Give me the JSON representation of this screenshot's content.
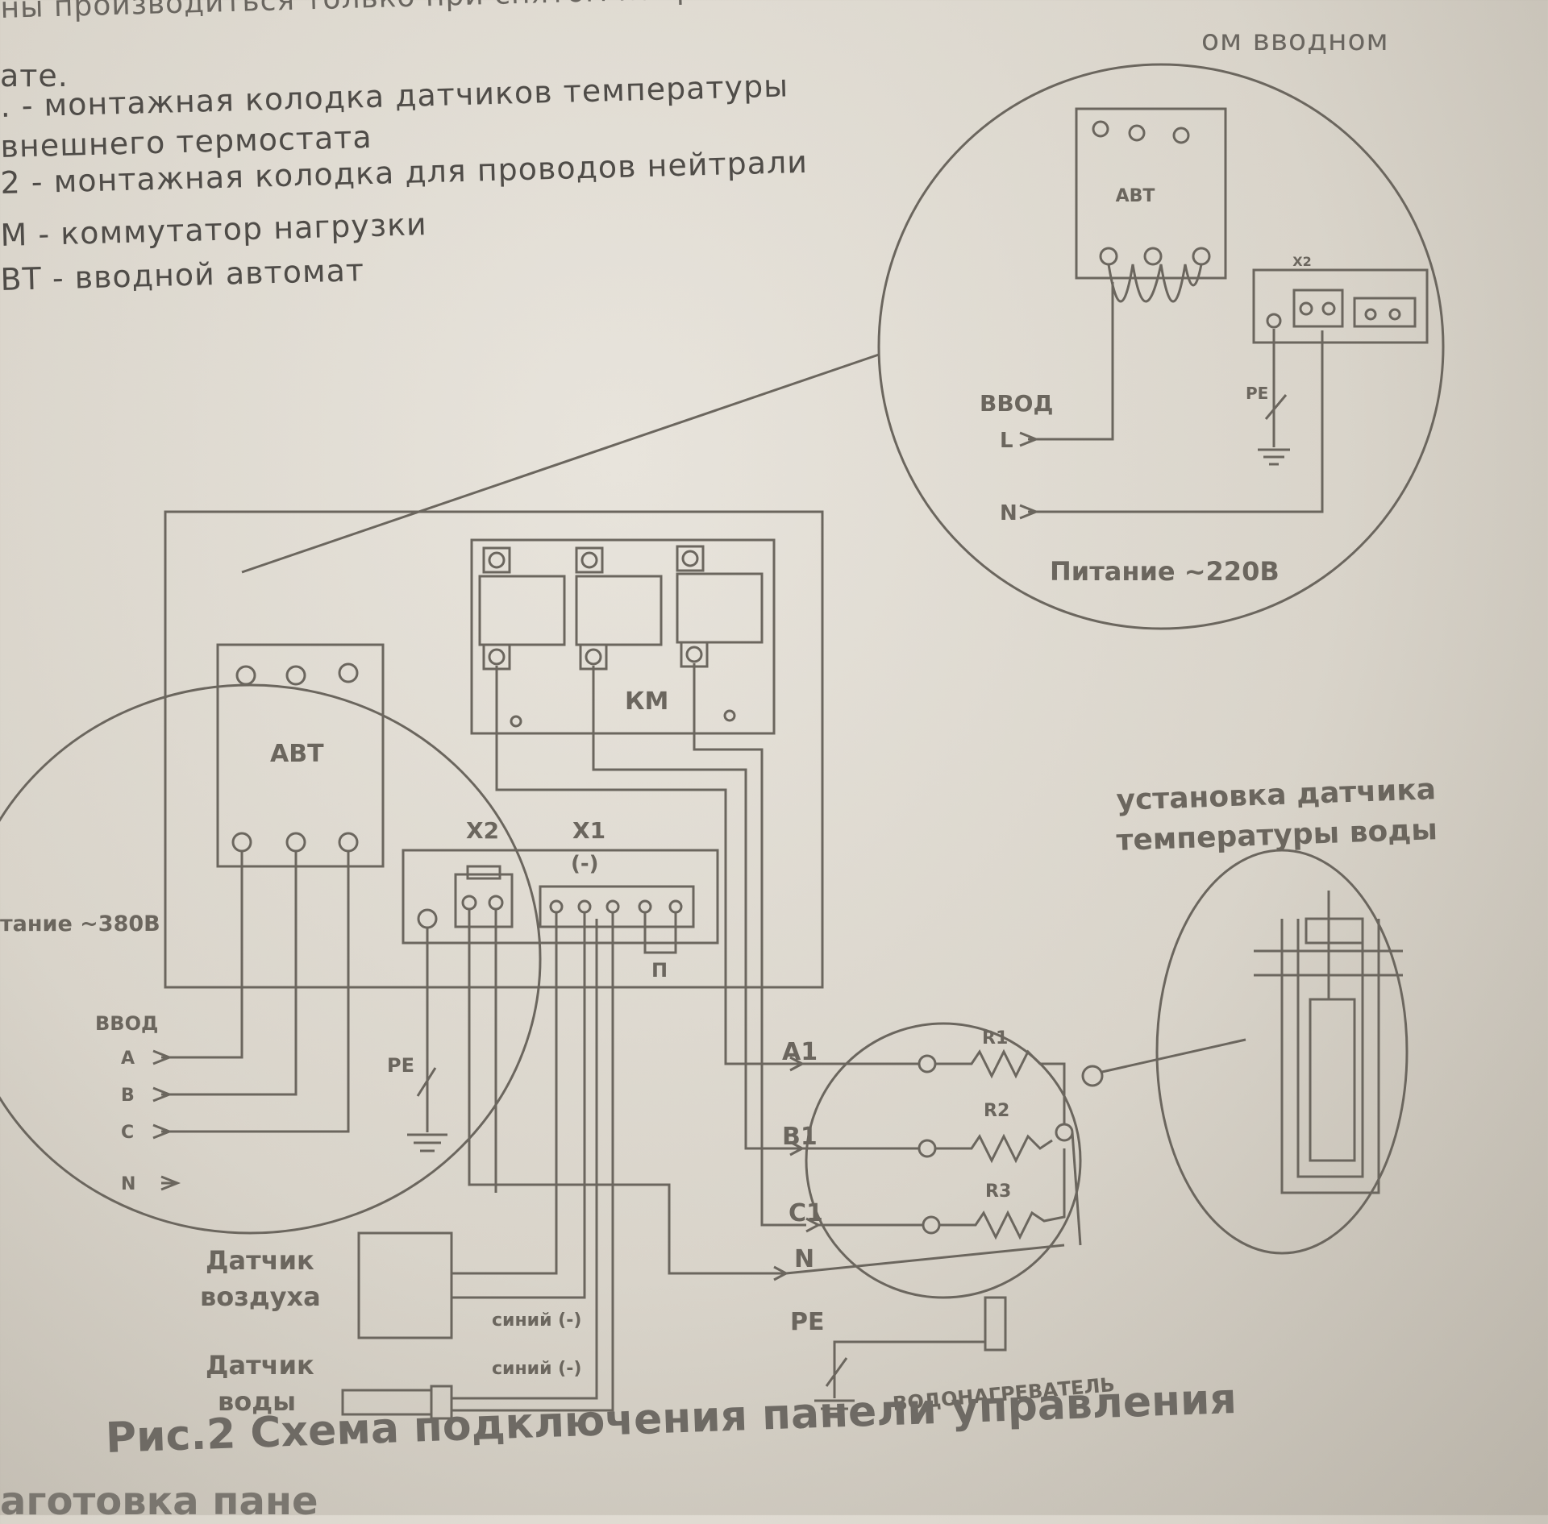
{
  "legend_lines": [
    "ны производиться только при снятом напряжении и отключ. оборудования",
    "ом вводном",
    "ате.",
    ". - монтажная колодка датчиков температуры",
    "внешнего термостата",
    "2 - монтажная колодка для проводов нейтрали",
    "М - коммутатор нагрузки",
    "ВТ - вводной автомат"
  ],
  "inset_220": {
    "breaker_label": "АВТ",
    "terminal_label": "X2",
    "input_label": "ВВОД",
    "line_L": "L",
    "line_N": "N",
    "pe_label": "PE",
    "power_label": "Питание ~220В"
  },
  "panel": {
    "breaker_label": "АВТ",
    "contactor_label": "КМ",
    "x2_label": "X2",
    "x1_label": "X1",
    "x1_minus": "(-)",
    "jumper_label": "П",
    "power_label": "тание ~380В",
    "input_label": "ВВОД",
    "phase_a": "A",
    "phase_b": "B",
    "phase_c": "C",
    "neutral": "N",
    "pe_label": "PE"
  },
  "heater": {
    "a1": "A1",
    "b1": "B1",
    "c1": "C1",
    "n": "N",
    "pe": "PE",
    "r1": "R1",
    "r2": "R2",
    "r3": "R3",
    "name": "ВОДОНАГРЕВАТЕЛЬ"
  },
  "sensor_install": {
    "line1": "установка датчика",
    "line2": "температуры воды"
  },
  "air_sensor": {
    "line1": "Датчик",
    "line2": "воздуха",
    "wire": "синий (-)"
  },
  "water_sensor": {
    "line1": "Датчик",
    "line2": "воды",
    "wire": "синий (-)"
  },
  "caption": "Рис.2 Схема подключения панели управления",
  "bottom_partial": "аготовка пане"
}
